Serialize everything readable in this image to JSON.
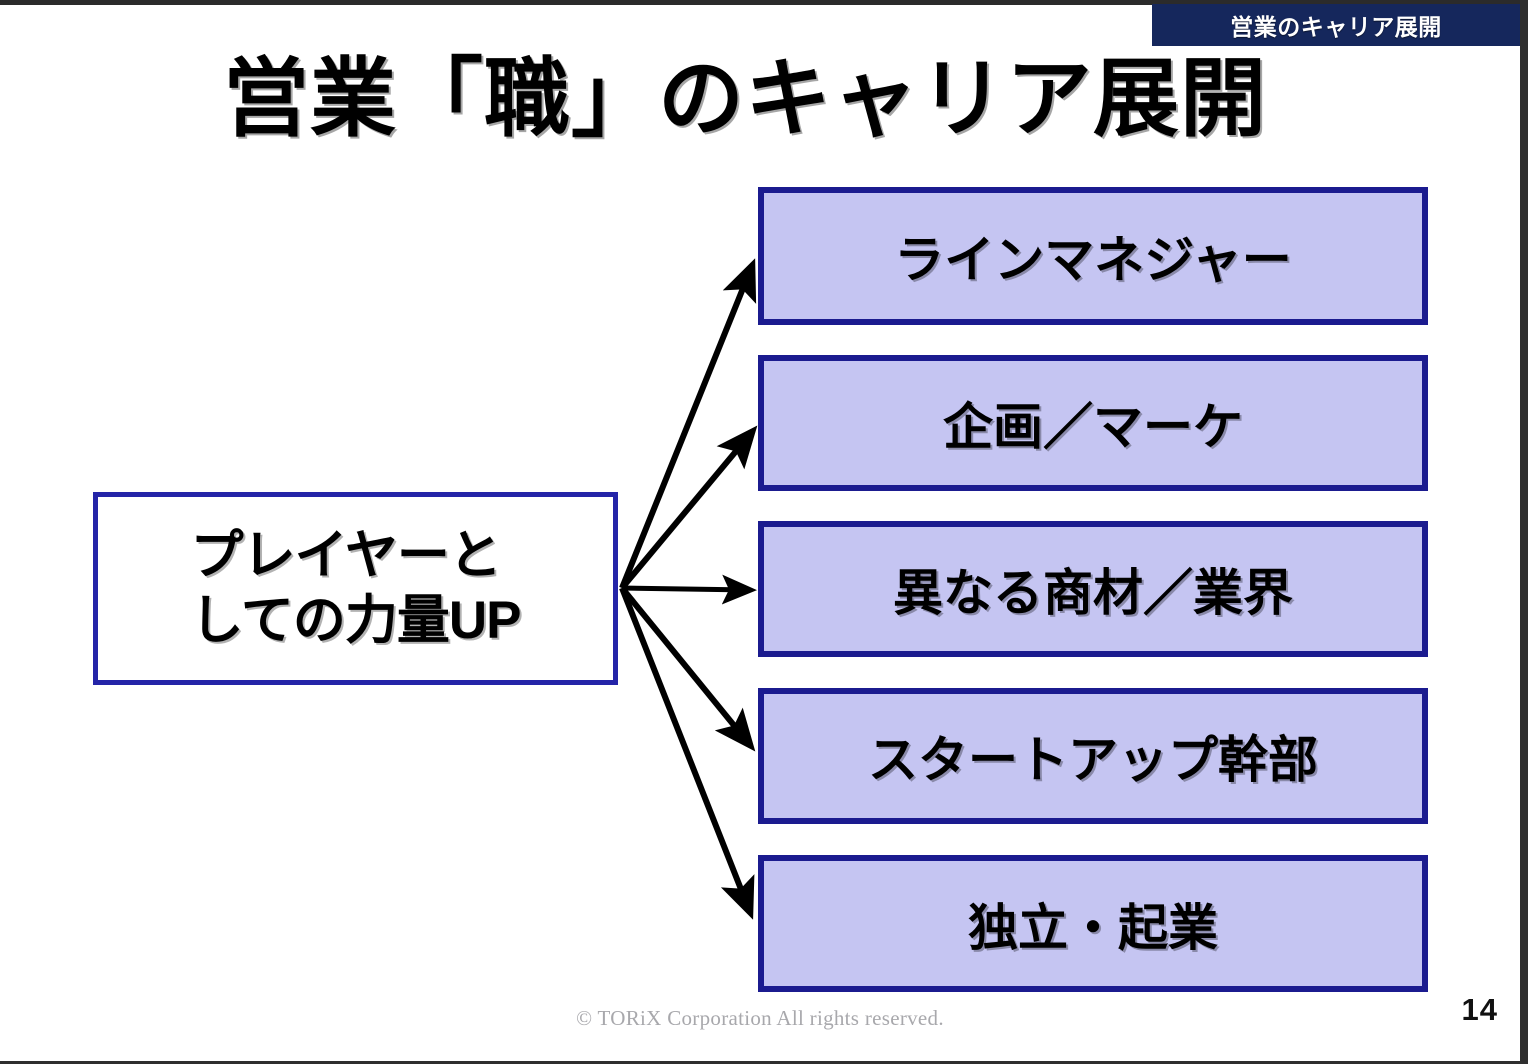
{
  "slide": {
    "section_tag": "営業のキャリア展開",
    "title": "営業「職」のキャリア展開",
    "page_number": "14",
    "copyright": "© TORiX Corporation All rights reserved."
  },
  "diagram": {
    "source": {
      "line1": "プレイヤーと",
      "line2": "しての力量UP"
    },
    "destinations": [
      {
        "label": "ラインマネジャー"
      },
      {
        "label": "企画／マーケ"
      },
      {
        "label": "異なる商材／業界"
      },
      {
        "label": "スタートアップ幹部"
      },
      {
        "label": "独立・起業"
      }
    ]
  },
  "colors": {
    "tag_navy": "#15275c",
    "box_border_navy": "#1b1b8f",
    "box_fill_lavender": "#c5c5f2",
    "source_border": "#2424a8",
    "arrow": "#000000",
    "footer_gray": "#a8a8ac"
  }
}
